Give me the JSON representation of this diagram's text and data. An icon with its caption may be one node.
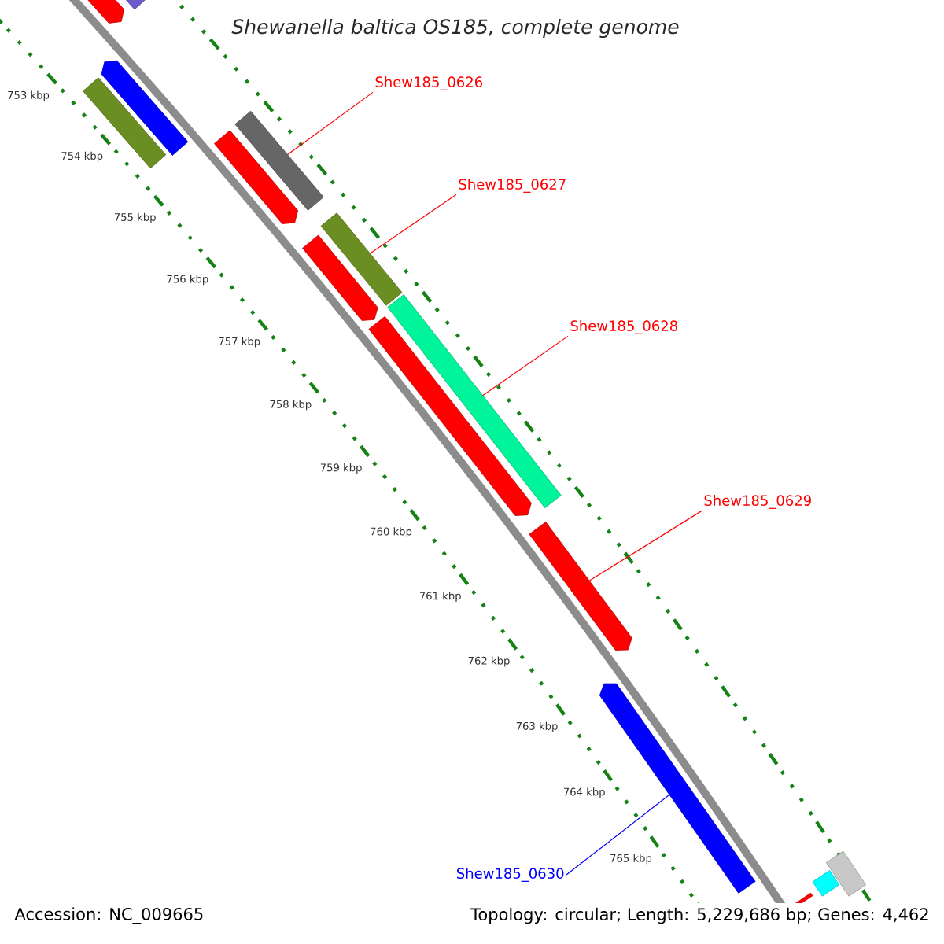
{
  "diagram": {
    "title": "Shewanella baltica OS185, complete genome",
    "nodes": [
      {
        "text": [],
        "shape": "arrow"
      },
      {
        "text": [],
        "shape": "bar"
      },
      {
        "text": [],
        "shape": "arrow"
      },
      {
        "text": [],
        "shape": "bar"
      },
      {
        "text": [
          "Shew185_0626"
        ]
      },
      {
        "text": [],
        "shape": "arrow"
      },
      {
        "text": [],
        "shape": "bar"
      },
      {
        "text": [
          "Shew185_0627"
        ]
      },
      {
        "text": [],
        "shape": "arrow"
      },
      {
        "text": [],
        "shape": "bar"
      },
      {
        "text": [
          "Shew185_0628"
        ]
      },
      {
        "text": [],
        "shape": "arrow"
      },
      {
        "text": [],
        "shape": "bar"
      },
      {
        "text": [
          "Shew185_0629"
        ]
      },
      {
        "text": [],
        "shape": "arrow"
      },
      {
        "text": [],
        "shape": "arrow"
      },
      {
        "text": [
          "Shew185_0630"
        ]
      },
      {
        "text": [],
        "shape": "bar"
      },
      {
        "text": [],
        "shape": "bar"
      },
      {
        "text": [],
        "shape": "bar"
      }
    ],
    "edges": [
      {
        "from": 4,
        "to": 6,
        "arrow": "none"
      },
      {
        "from": 7,
        "to": 9,
        "arrow": "none"
      },
      {
        "from": 10,
        "to": 12,
        "arrow": "none"
      },
      {
        "from": 13,
        "to": 14,
        "arrow": "none"
      },
      {
        "from": 16,
        "to": 15,
        "arrow": "none",
        "color": "#0000ff"
      }
    ],
    "labels": [
      "753 kbp",
      "754 kbp",
      "755 kbp",
      "756 kbp",
      "757 kbp",
      "758 kbp",
      "759 kbp",
      "760 kbp",
      "761 kbp",
      "762 kbp",
      "763 kbp",
      "764 kbp",
      "765 kbp",
      "Accession: NC_009665",
      "Topology: circular; Length: 5,229,686 bp; Genes: 4,462"
    ]
  }
}
